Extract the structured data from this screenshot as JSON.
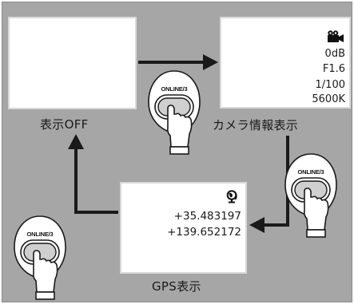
{
  "screens": {
    "off": {
      "label": "表示OFF"
    },
    "camera": {
      "label": "カメラ情報表示",
      "icon": "movie-camera-icon",
      "gain": "0dB",
      "iris": "F1.6",
      "shutter": "1/100",
      "white_balance": "5600K"
    },
    "gps": {
      "label": "GPS表示",
      "icon": "globe-icon",
      "latitude": "+35.483197",
      "longitude": "+139.652172"
    }
  },
  "buttons": [
    {
      "label": "ONLINE/3"
    },
    {
      "label": "ONLINE/3"
    },
    {
      "label": "ONLINE/3"
    }
  ],
  "colors": {
    "background": "#a6a6a6",
    "screen": "#ffffff",
    "arrow": "#1a1a1a"
  }
}
